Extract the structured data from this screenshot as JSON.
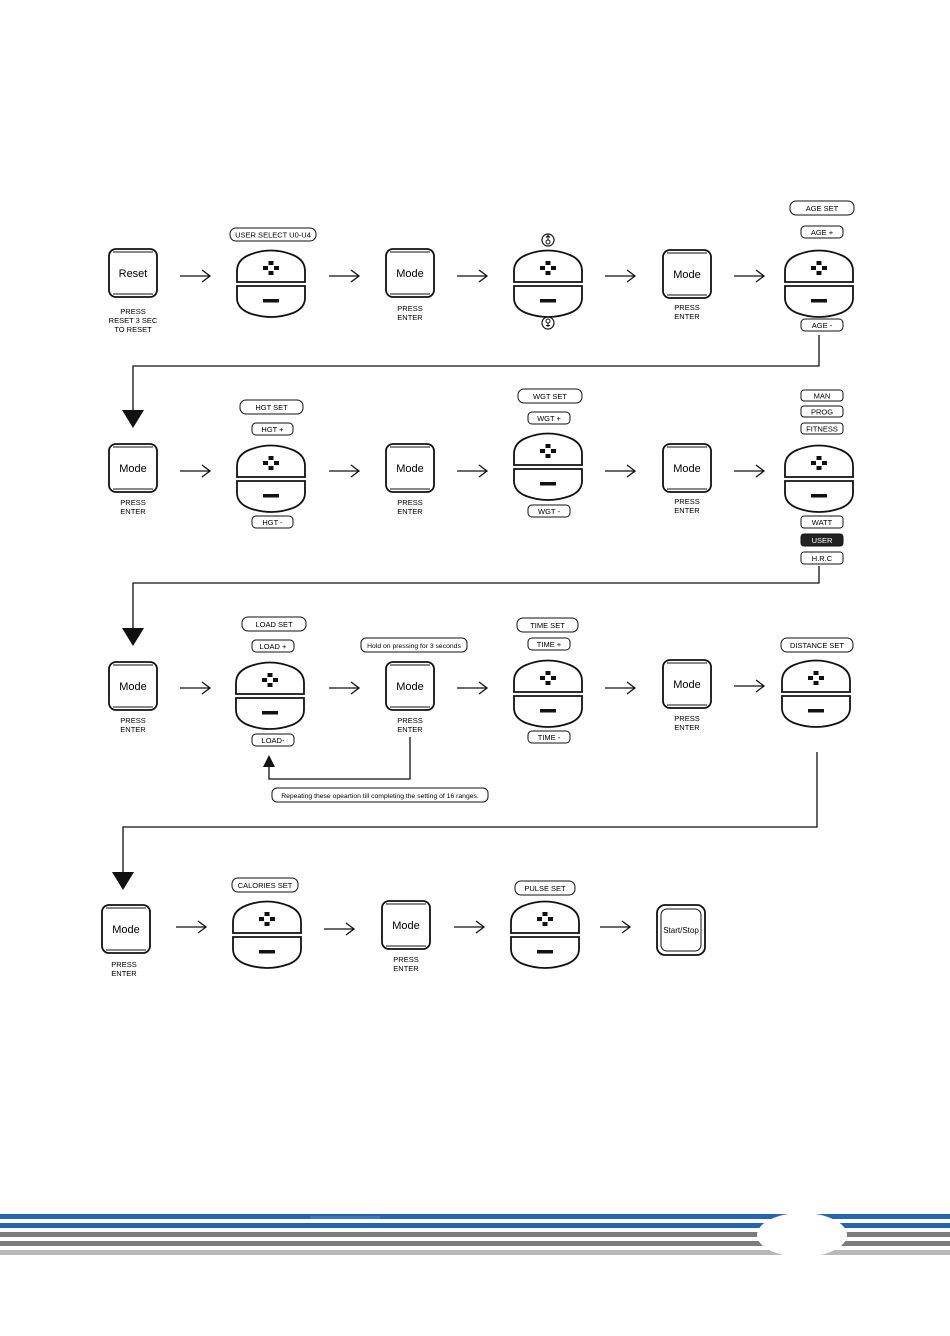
{
  "labels": {
    "reset": "Reset",
    "mode": "Mode",
    "start_stop": "Start/Stop",
    "press_enter_1": "PRESS",
    "press_enter_2": "ENTER",
    "reset_caption": [
      "PRESS",
      "RESET 3 SEC",
      "TO RESET"
    ]
  },
  "row1": {
    "user_select": "USER SELECT U0-U4",
    "age_set": "AGE SET",
    "age_plus": "AGE +",
    "age_minus": "AGE -"
  },
  "row2": {
    "hgt_set": "HGT SET",
    "hgt_plus": "HGT +",
    "hgt_minus": "HGT -",
    "wgt_set": "WGT SET",
    "wgt_plus": "WGT +",
    "wgt_minus": "WGT -",
    "programs_top": [
      "MAN",
      "PROG",
      "FITNESS"
    ],
    "programs_bottom": [
      "WATT",
      "USER",
      "H.R.C"
    ],
    "selected_program": "USER"
  },
  "row3": {
    "load_set": "LOAD SET",
    "load_plus": "LOAD +",
    "load_minus": "LOAD-",
    "hold_note": "Hold on pressing for 3 seconds",
    "repeat_note": "Repeating these opeartion till completing the setting of 16 ranges.",
    "time_set": "TIME SET",
    "time_plus": "TIME +",
    "time_minus": "TIME -",
    "distance_set": "DISTANCE SET"
  },
  "row4": {
    "calories_set": "CALORIES SET",
    "pulse_set": "PULSE SET"
  },
  "icons": {
    "male_symbol": "male-symbol-icon",
    "female_symbol": "female-symbol-icon",
    "plus": "plus-icon",
    "minus": "minus-icon"
  },
  "colors": {
    "stripe_blue": "#2466b0",
    "stripe_gray": "#7c7c7c",
    "stripe_light": "#b8b8b8",
    "selected_fill": "#222222"
  }
}
